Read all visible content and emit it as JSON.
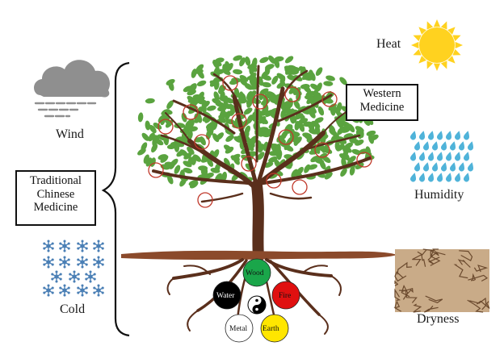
{
  "labels": {
    "heat": "Heat",
    "wind": "Wind",
    "humidity": "Humidity",
    "cold": "Cold",
    "dryness": "Dryness"
  },
  "boxes": {
    "western": [
      "Western",
      "Medicine"
    ],
    "tcm": [
      "Traditional",
      "Chinese",
      "Medicine"
    ]
  },
  "elements": {
    "wood": "Wood",
    "water": "Water",
    "fire": "Fire",
    "metal": "Metal",
    "earth": "Earth"
  },
  "colors": {
    "leaf": "#5aa33f",
    "trunk": "#5a2f1c",
    "ground": "#8b4a2b",
    "sun": "#ffd21f",
    "cloud": "#8f8f8f",
    "rain": "#4fb3d9",
    "snow": "#4a7fb5",
    "circle_mark": "#c0392b",
    "wood": "#1aa64a",
    "water": "#000000",
    "fire": "#e01010",
    "metal": "#ffffff",
    "earth": "#ffe600"
  },
  "icons": [
    "sun-icon",
    "cloud-wind-icon",
    "rain-drops-icon",
    "snowflakes-icon",
    "cracked-earth-image",
    "yin-yang-icon"
  ]
}
